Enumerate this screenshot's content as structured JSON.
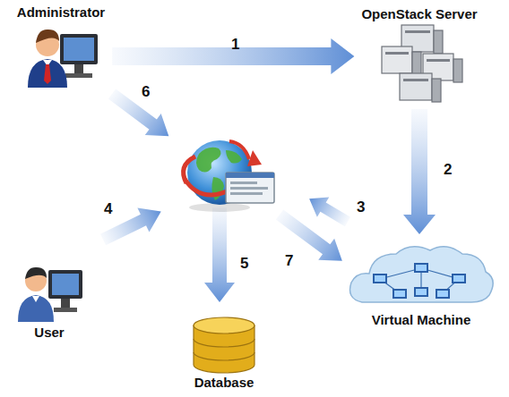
{
  "diagram": {
    "nodes": [
      {
        "text": [
          "Administrator"
        ]
      },
      {
        "text": [
          "OpenStack Server"
        ]
      },
      {
        "text": [
          "User"
        ]
      },
      {
        "text": [
          "Database"
        ]
      },
      {
        "text": [
          "Virtual Machine"
        ]
      }
    ],
    "edges": [
      {
        "from": 0,
        "to": 1,
        "arrow": "to"
      },
      {
        "from": 1,
        "to": 4,
        "arrow": "to"
      }
    ],
    "labels": [
      "1",
      "2",
      "3",
      "4",
      "5",
      "6",
      "7"
    ]
  }
}
